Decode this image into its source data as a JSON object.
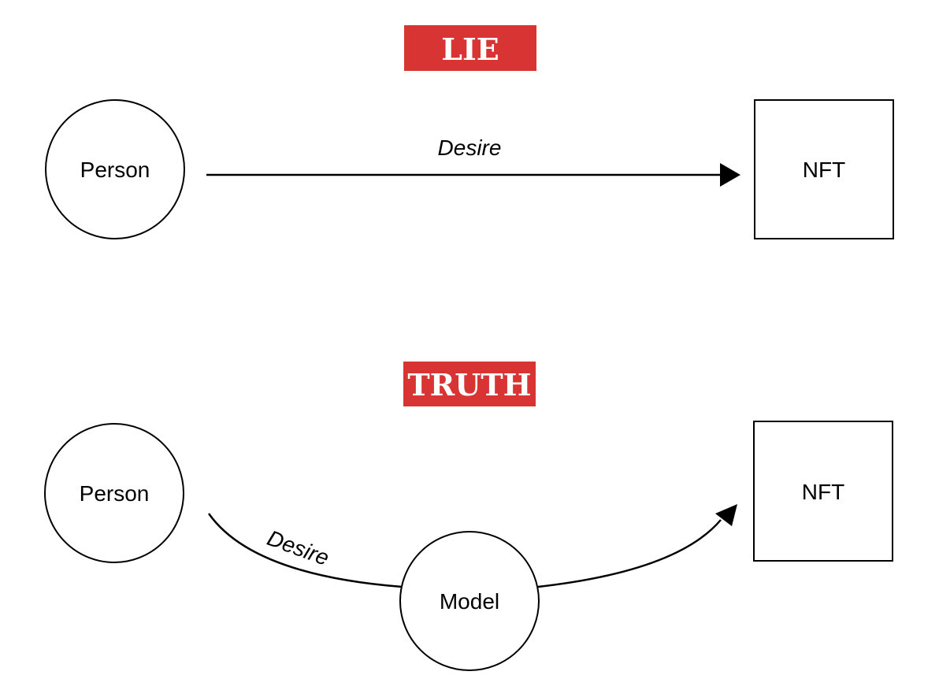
{
  "colors": {
    "banner": "#d93434",
    "banner_text": "#ffffff",
    "stroke": "#000000",
    "background": "#ffffff"
  },
  "lie": {
    "banner": "LIE",
    "source": "Person",
    "target": "NFT",
    "edge_label": "Desire"
  },
  "truth": {
    "banner": "TRUTH",
    "source": "Person",
    "mediator": "Model",
    "target": "NFT",
    "edge_label": "Desire"
  }
}
